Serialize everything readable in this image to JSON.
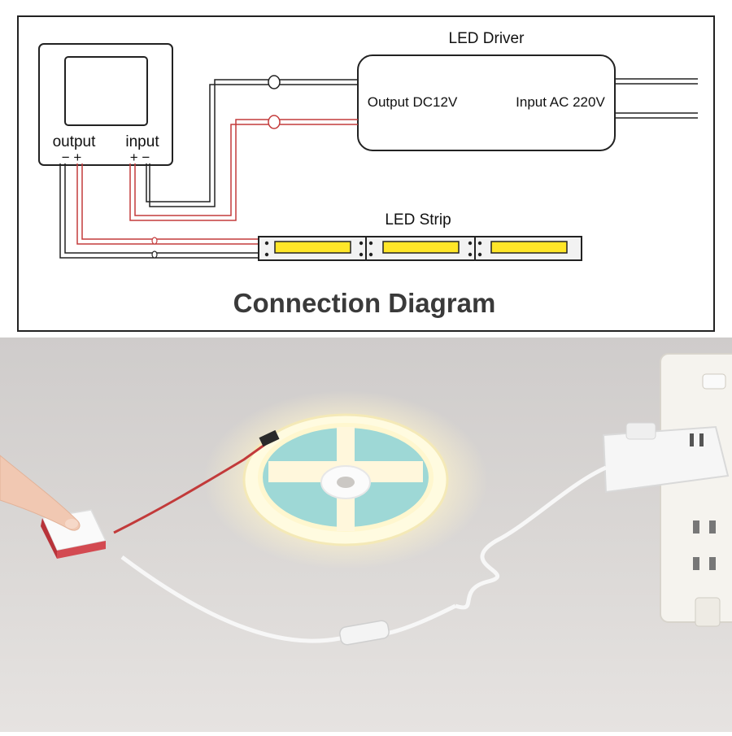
{
  "diagram": {
    "driver_title": "LED Driver",
    "driver_output_label": "Output DC12V",
    "driver_input_label": "Input AC 220V",
    "switch_output_label": "output",
    "switch_input_label": "input",
    "switch_output_polarity": "− +",
    "switch_input_polarity": "+ −",
    "strip_label": "LED Strip",
    "title": "Connection Diagram",
    "colors": {
      "border": "#222222",
      "wire_black": "#222222",
      "wire_red": "#c43c3c",
      "led_yellow": "#ffe629",
      "strip_fill": "#f2f2f2"
    }
  },
  "photo": {
    "items": [
      "touch-switch",
      "led-strip-reel",
      "power-adapter",
      "power-strip",
      "dc-connector",
      "hand"
    ]
  }
}
